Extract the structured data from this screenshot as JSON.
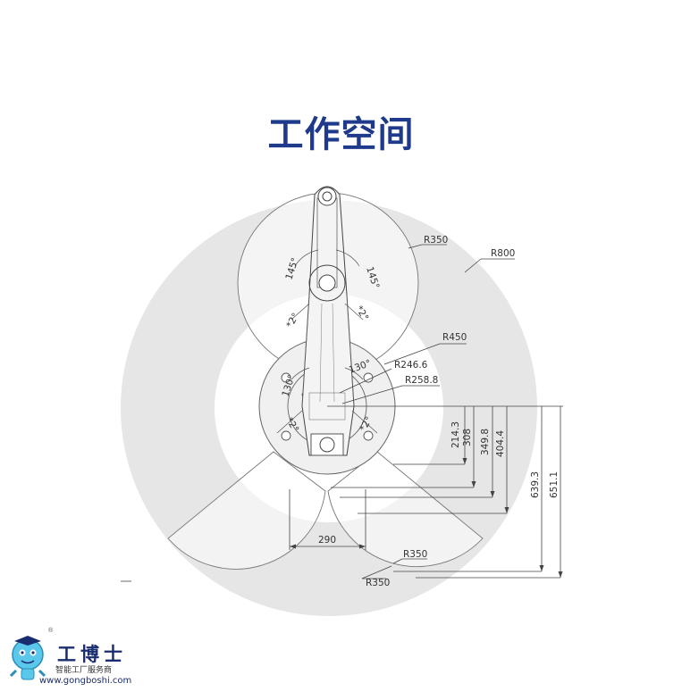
{
  "title": "工作空间",
  "dims": {
    "r350_top": "R350",
    "r800": "R800",
    "r450": "R450",
    "r246": "R246.6",
    "r258": "R258.8",
    "ang145_left": "145°",
    "ang145_right": "145°",
    "ang2_top_left": "*2°",
    "ang2_top_right": "*2°",
    "ang130_left": "130°",
    "ang130_right": "130°",
    "ang2_mid_left": "*2°",
    "ang2_mid_right": "*2°",
    "d214": "214.3",
    "d308": "308",
    "d349": "349.8",
    "d404": "404.4",
    "d639": "639.3",
    "d651": "651.1",
    "d290": "290",
    "r350_bottom": "R350",
    "r350_left": "R350"
  },
  "logo": {
    "name": "工博士",
    "subtitle": "智能工厂服务商",
    "url": "www.gongboshi.com",
    "reg": "®"
  },
  "colors": {
    "title": "#1f3a8a",
    "workspace_gray": "#e5e5e5",
    "line": "#555555"
  }
}
